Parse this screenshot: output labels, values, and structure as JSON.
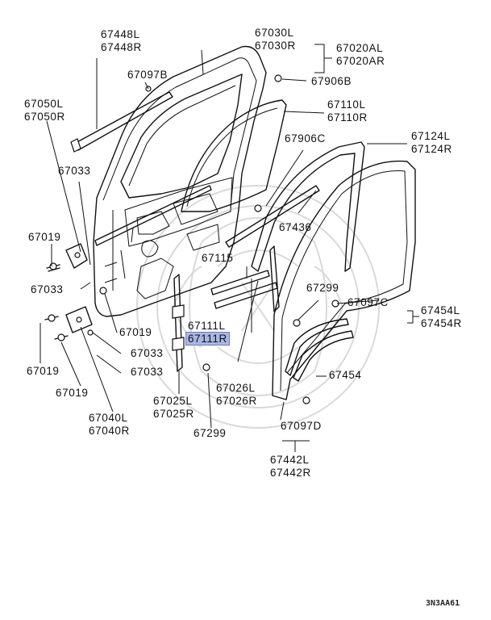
{
  "diagram": {
    "labels": {
      "p67448": [
        "67448L",
        "67448R"
      ],
      "p67030": [
        "67030L",
        "67030R"
      ],
      "p67020": [
        "67020AL",
        "67020AR"
      ],
      "p67097b": "67097B",
      "p67906b": "67906B",
      "p67050": [
        "67050L",
        "67050R"
      ],
      "p67110": [
        "67110L",
        "67110R"
      ],
      "p67906c": "67906C",
      "p67124": [
        "67124L",
        "67124R"
      ],
      "p67033_top": "67033",
      "p67436": "67436",
      "p67019_a": "67019",
      "p67115": "67115",
      "p67033_mid": "67033",
      "p67299_top": "67299",
      "p67097c": "67097C",
      "p67454lr": [
        "67454L",
        "67454R"
      ],
      "p67111": [
        "67111L",
        "67111R"
      ],
      "p67019_b": "67019",
      "p67033_c": "67033",
      "p67019_c": "67019",
      "p67033_d": "67033",
      "p67454": "67454",
      "p67026": [
        "67026L",
        "67026R"
      ],
      "p67019_d": "67019",
      "p67040": [
        "67040L",
        "67040R"
      ],
      "p67025": [
        "67025L",
        "67025R"
      ],
      "p67097d": "67097D",
      "p67299_bot": "67299",
      "p67442": [
        "67442L",
        "67442R"
      ]
    },
    "diagram_code": "3N3AA61"
  }
}
